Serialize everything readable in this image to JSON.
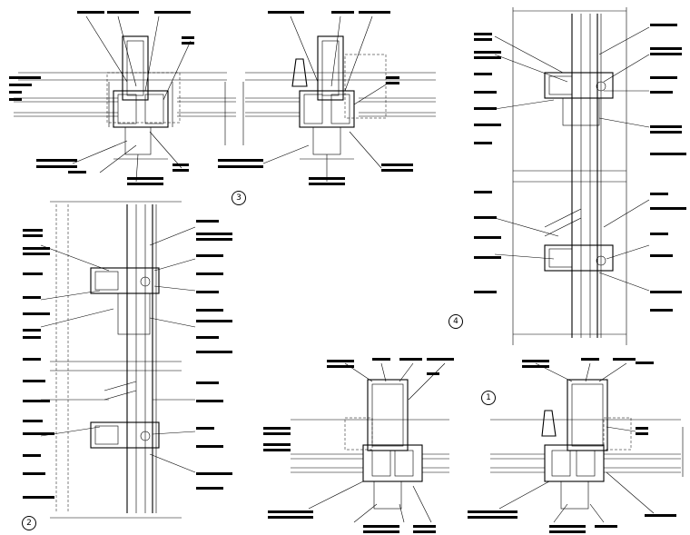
{
  "details": [
    {
      "id": "detail-1",
      "label": "1"
    },
    {
      "id": "detail-2",
      "label": "2"
    },
    {
      "id": "detail-3",
      "label": "3"
    },
    {
      "id": "detail-4",
      "label": "4"
    }
  ],
  "colors": {
    "ink": "#000000",
    "paper": "#ffffff"
  }
}
